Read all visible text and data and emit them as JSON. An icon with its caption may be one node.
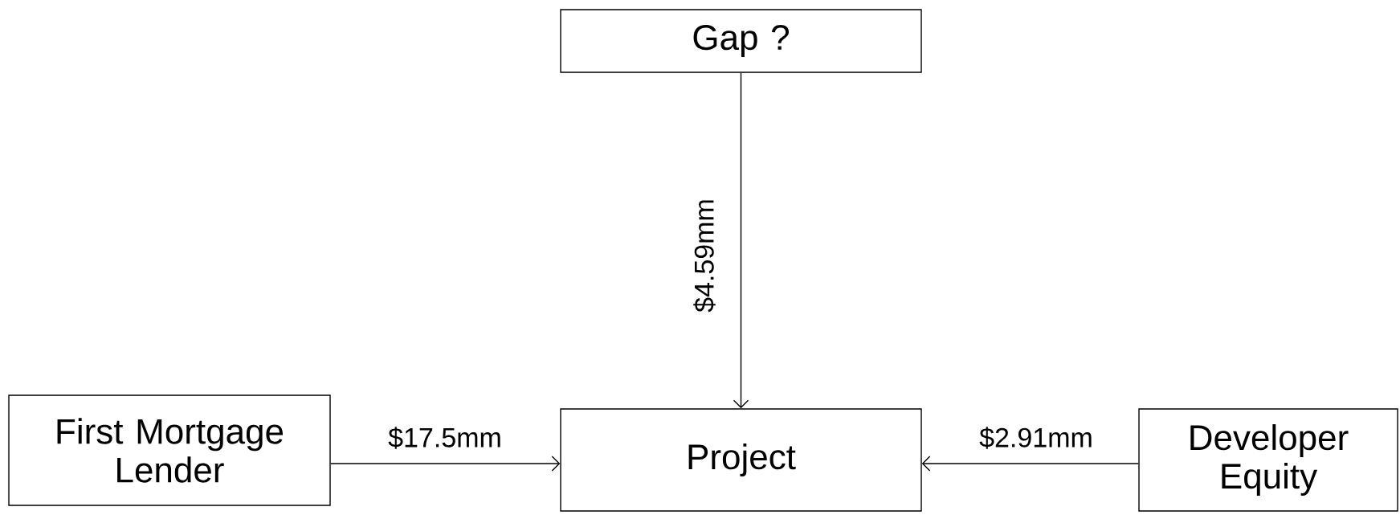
{
  "diagram": {
    "nodes": [
      {
        "text": [
          "Gap ?"
        ]
      },
      {
        "text": [
          "First Mortgage Lender"
        ]
      },
      {
        "text": [
          "Project"
        ]
      },
      {
        "text": [
          "Developer Equity"
        ]
      }
    ],
    "edges": [
      {
        "from": 0,
        "to": 2,
        "arrow": "to",
        "label": "$4.59mm"
      },
      {
        "from": 1,
        "to": 2,
        "arrow": "to",
        "label": "$17.5mm"
      },
      {
        "from": 3,
        "to": 2,
        "arrow": "to",
        "label": "$2.91mm"
      }
    ]
  }
}
